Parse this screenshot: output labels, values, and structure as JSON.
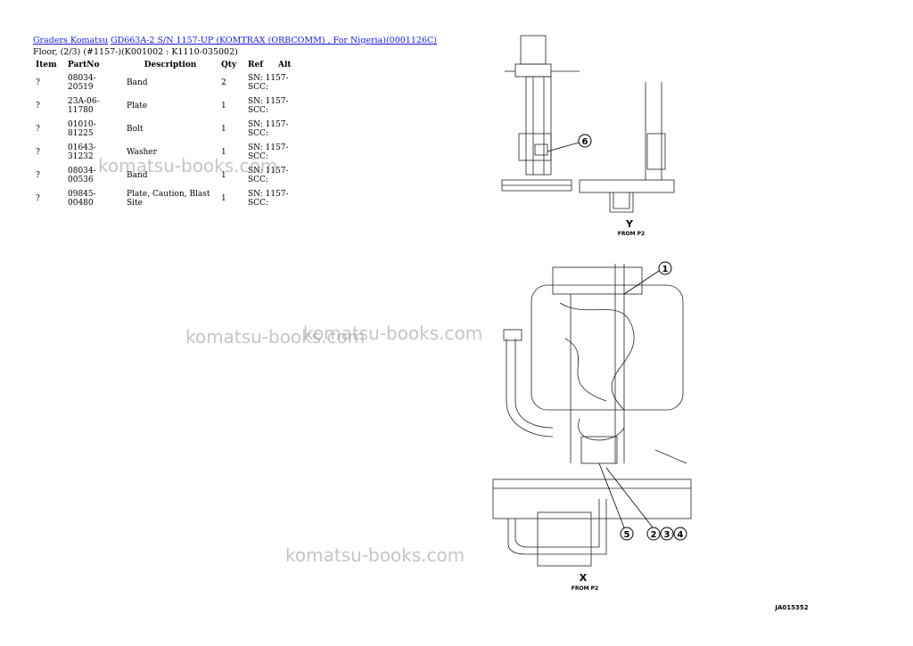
{
  "breadcrumb": {
    "link1": "Graders Komatsu",
    "link2": "GD663A-2 S/N 1157-UP (KOMTRAX (ORBCOMM) , For Nigeria)(0001126C)"
  },
  "subtitle": "Floor, (2/3) (#1157-)(K001002 : K1110-035002)",
  "table": {
    "headers": [
      "Item",
      "PartNo",
      "Description",
      "Qty",
      "Ref",
      "Alt"
    ],
    "rows": [
      {
        "item": "?",
        "partno": "08034-20519",
        "desc": "Band",
        "qty": "2",
        "ref": "SN: 1157-SCC:"
      },
      {
        "item": "?",
        "partno": "23A-06-11780",
        "desc": "Plate",
        "qty": "1",
        "ref": "SN: 1157-SCC:"
      },
      {
        "item": "?",
        "partno": "01010-81225",
        "desc": "Bolt",
        "qty": "1",
        "ref": "SN: 1157-SCC:"
      },
      {
        "item": "?",
        "partno": "01643-31232",
        "desc": "Washer",
        "qty": "1",
        "ref": "SN: 1157-SCC:"
      },
      {
        "item": "?",
        "partno": "08034-00536",
        "desc": "Band",
        "qty": "1",
        "ref": "SN: 1157-SCC:"
      },
      {
        "item": "?",
        "partno": "09845-00480",
        "desc": "Plate, Caution, Blast Site",
        "qty": "1",
        "ref": "SN: 1157-SCC:"
      }
    ]
  },
  "watermark": "komatsu-books.com",
  "diagram": {
    "view_y": "Y",
    "view_x": "X",
    "from_p2": "FROM P2",
    "callouts": [
      "1",
      "2",
      "3",
      "4",
      "5",
      "6"
    ],
    "drawing_id": "JA015352"
  }
}
